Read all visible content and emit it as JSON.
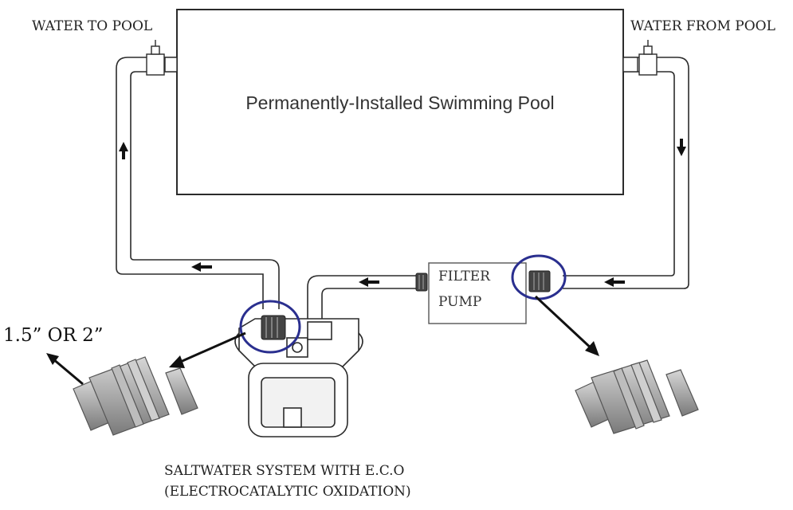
{
  "labels": {
    "water_to_pool": "WATER TO POOL",
    "water_from_pool": "WATER FROM POOL",
    "pool": "Permanently-Installed Swimming Pool",
    "filter_line1": "FILTER",
    "filter_line2": "PUMP",
    "size": "1.5” OR  2”",
    "system_line1": "SALTWATER SYSTEM WITH E.C.O",
    "system_line2": "(ELECTROCATALYTIC OXIDATION)"
  },
  "colors": {
    "line": "#2b2b2b",
    "pipe_fill": "#ffffff",
    "highlight": "#2a2f8f",
    "union_fill": "#a9a9a9"
  },
  "icons": {
    "flow_arrow": "flow-arrow-icon",
    "pipe_union": "pipe-union-icon",
    "valve": "valve-icon"
  }
}
